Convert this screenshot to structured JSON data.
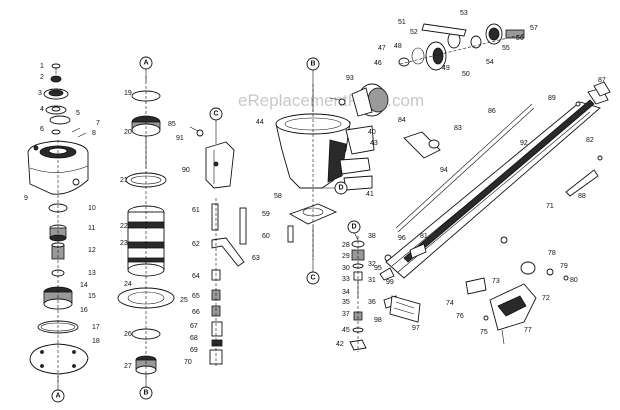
{
  "watermark": "eReplacementParts.com",
  "connectors": [
    "A",
    "B",
    "C",
    "D"
  ],
  "part_numbers": [
    "1",
    "2",
    "3",
    "4",
    "5",
    "6",
    "7",
    "8",
    "9",
    "10",
    "11",
    "12",
    "13",
    "14",
    "15",
    "16",
    "17",
    "18",
    "19",
    "20",
    "21",
    "22",
    "23",
    "24",
    "25",
    "26",
    "27",
    "28",
    "29",
    "30",
    "31",
    "32",
    "33",
    "34",
    "35",
    "36",
    "37",
    "38",
    "40",
    "41",
    "42",
    "43",
    "44",
    "45",
    "46",
    "47",
    "48",
    "49",
    "50",
    "51",
    "52",
    "53",
    "54",
    "55",
    "56",
    "57",
    "58",
    "59",
    "60",
    "61",
    "62",
    "63",
    "64",
    "65",
    "66",
    "67",
    "68",
    "69",
    "70",
    "71",
    "72",
    "73",
    "74",
    "75",
    "76",
    "77",
    "78",
    "79",
    "80",
    "81",
    "82",
    "83",
    "84",
    "85",
    "86",
    "87",
    "88",
    "89",
    "90",
    "91",
    "92",
    "93",
    "94",
    "95",
    "96",
    "97",
    "98",
    "99"
  ],
  "colors": {
    "line": "#111111",
    "watermark": "#c8c8c8",
    "background": "#ffffff"
  }
}
